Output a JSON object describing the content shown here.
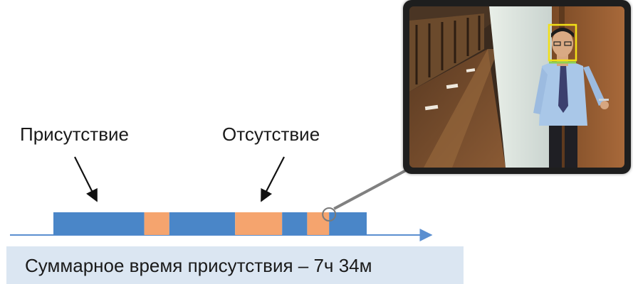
{
  "labels": {
    "presence": "Присутствие",
    "absence": "Отсутствие"
  },
  "summary": {
    "text": "Суммарное время присутствия – 7ч 34м"
  },
  "timeline": {
    "segments": [
      {
        "state": "presence",
        "start": 0,
        "end": 0.29
      },
      {
        "state": "absence",
        "start": 0.29,
        "end": 0.37
      },
      {
        "state": "presence",
        "start": 0.37,
        "end": 0.58
      },
      {
        "state": "absence",
        "start": 0.58,
        "end": 0.73
      },
      {
        "state": "presence",
        "start": 0.73,
        "end": 0.81
      },
      {
        "state": "absence",
        "start": 0.81,
        "end": 0.88
      },
      {
        "state": "presence",
        "start": 0.88,
        "end": 1.0
      }
    ],
    "highlight_position": 0.88
  },
  "colors": {
    "presence": "#4a86c8",
    "absence": "#f5a46e",
    "axis": "#5b8fd0",
    "summary_bg": "#dbe6f2",
    "connector": "#808080",
    "detection_box": "#f2e017",
    "detection_line": "#8fd14f"
  }
}
